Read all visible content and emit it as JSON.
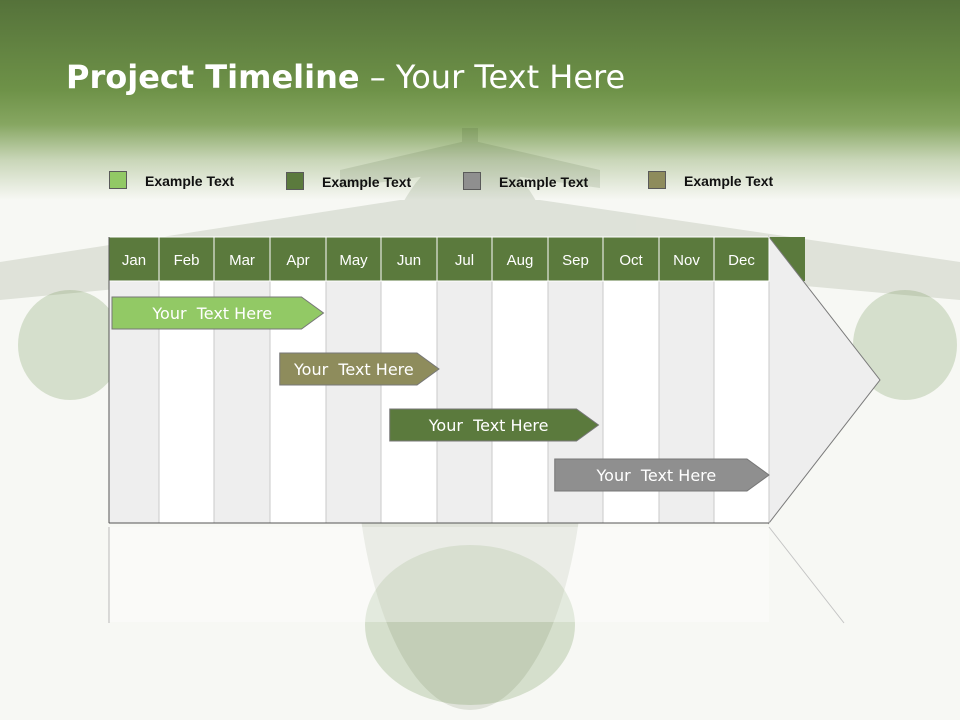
{
  "header": {
    "title_bold": "Project Timeline",
    "title_rest": " – Your Text Here"
  },
  "legend": [
    {
      "label": "Example Text",
      "color": "#92c965"
    },
    {
      "label": "Example Text",
      "color": "#5b7a3d"
    },
    {
      "label": "Example Text",
      "color": "#8f8f8f"
    },
    {
      "label": "Example Text",
      "color": "#8e8c5c"
    }
  ],
  "timeline": {
    "months": [
      "Jan",
      "Feb",
      "Mar",
      "Apr",
      "May",
      "Jun",
      "Jul",
      "Aug",
      "Sep",
      "Oct",
      "Nov",
      "Dec"
    ],
    "header_color": "#5b7a3d",
    "tasks": [
      {
        "label": "Your  Text Here",
        "start": 0.0,
        "end": 3.9,
        "color": "#92c965"
      },
      {
        "label": "Your  Text Here",
        "start": 3.05,
        "end": 6.0,
        "color": "#8e8c5c"
      },
      {
        "label": "Your  Text Here",
        "start": 5.05,
        "end": 8.9,
        "color": "#5b7a3d"
      },
      {
        "label": "Your  Text Here",
        "start": 8.05,
        "end": 12.0,
        "color": "#8f8f8f"
      }
    ]
  }
}
